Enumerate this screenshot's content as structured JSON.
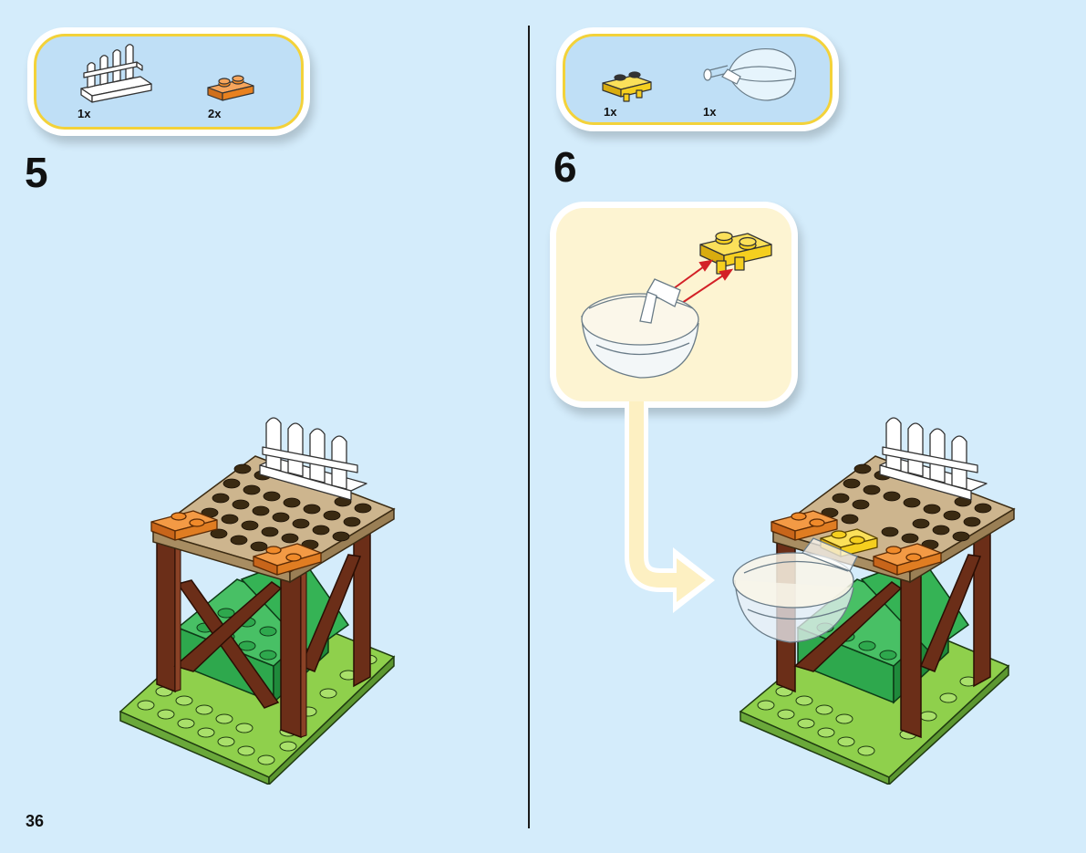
{
  "page": {
    "number": "36"
  },
  "steps": [
    {
      "number": "5",
      "parts": [
        {
          "icon": "white-fence-piece",
          "quantity": "1x"
        },
        {
          "icon": "orange-plate-1x2",
          "quantity": "2x"
        }
      ]
    },
    {
      "number": "6",
      "parts": [
        {
          "icon": "yellow-plate-with-clips",
          "quantity": "1x"
        },
        {
          "icon": "transparent-dome-with-bar",
          "quantity": "1x"
        }
      ]
    }
  ],
  "colors": {
    "background": "#d4ecfb",
    "callout_fill": "#bfdff6",
    "callout_border": "#f3d23a",
    "sub_callout_fill": "#fdf4d2",
    "tan": "#cdb58e",
    "brown": "#6b2e18",
    "lime": "#8fd04c",
    "green": "#2ea84d",
    "orange": "#f08a2a",
    "yellow": "#f5cf1f",
    "arrow_red": "#d32027"
  }
}
